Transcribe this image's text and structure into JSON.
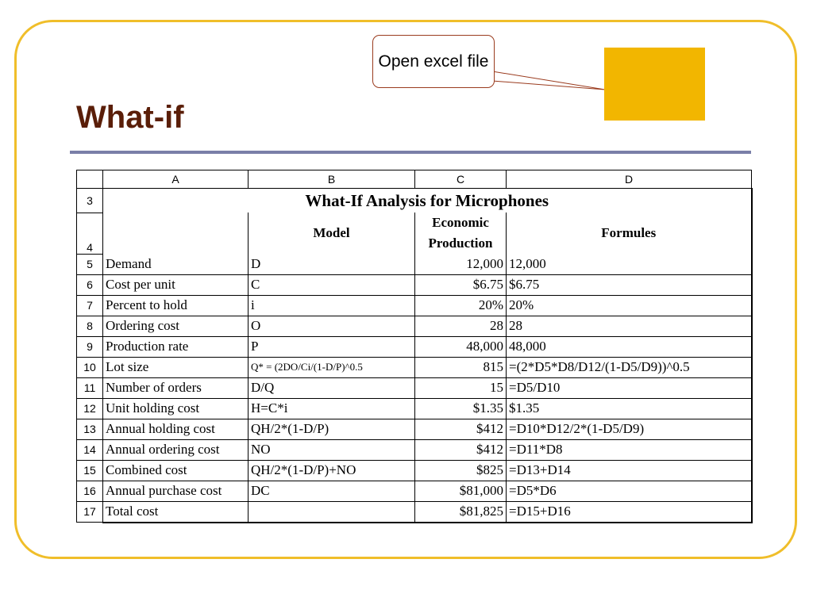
{
  "slide": {
    "title": "What-if",
    "callout": "Open excel file"
  },
  "colors": {
    "frame": "#f0be2a",
    "title": "#5a1e08",
    "rule": "#7a7fa8",
    "button": "#f2b600"
  },
  "sheet": {
    "columns": [
      "A",
      "B",
      "C",
      "D"
    ],
    "title_row": "3",
    "title": "What-If Analysis for Microphones",
    "header_row": "4",
    "header": {
      "model": "Model",
      "economic": "Economic",
      "production": "Production",
      "formules": "Formules"
    },
    "rows": [
      {
        "n": "5",
        "a": "Demand",
        "b": "D",
        "c": "12,000",
        "d": "12,000"
      },
      {
        "n": "6",
        "a": "Cost per unit",
        "b": "C",
        "c": "$6.75",
        "d": "$6.75"
      },
      {
        "n": "7",
        "a": "Percent to hold",
        "b": "i",
        "c": "20%",
        "d": "20%"
      },
      {
        "n": "8",
        "a": "Ordering cost",
        "b": "O",
        "c": "28",
        "d": "28"
      },
      {
        "n": "9",
        "a": "Production rate",
        "b": "P",
        "c": "48,000",
        "d": "48,000"
      },
      {
        "n": "10",
        "a": "Lot size",
        "b": "Q* = (2DO/Ci/(1-D/P)^0.5",
        "c": "815",
        "d": "=(2*D5*D8/D12/(1-D5/D9))^0.5"
      },
      {
        "n": "11",
        "a": "Number of orders",
        "b": "D/Q",
        "c": "15",
        "d": "=D5/D10"
      },
      {
        "n": "12",
        "a": "Unit holding cost",
        "b": "H=C*i",
        "c": "$1.35",
        "d": "$1.35"
      },
      {
        "n": "13",
        "a": "Annual holding cost",
        "b": "QH/2*(1-D/P)",
        "c": "$412",
        "d": "=D10*D12/2*(1-D5/D9)"
      },
      {
        "n": "14",
        "a": "Annual ordering cost",
        "b": "NO",
        "c": "$412",
        "d": "=D11*D8"
      },
      {
        "n": "15",
        "a": "Combined cost",
        "b": "QH/2*(1-D/P)+NO",
        "c": "$825",
        "d": "=D13+D14"
      },
      {
        "n": "16",
        "a": "Annual purchase cost",
        "b": "DC",
        "c": "$81,000",
        "d": "=D5*D6"
      },
      {
        "n": "17",
        "a": "Total cost",
        "b": "",
        "c": "$81,825",
        "d": "=D15+D16"
      }
    ]
  }
}
